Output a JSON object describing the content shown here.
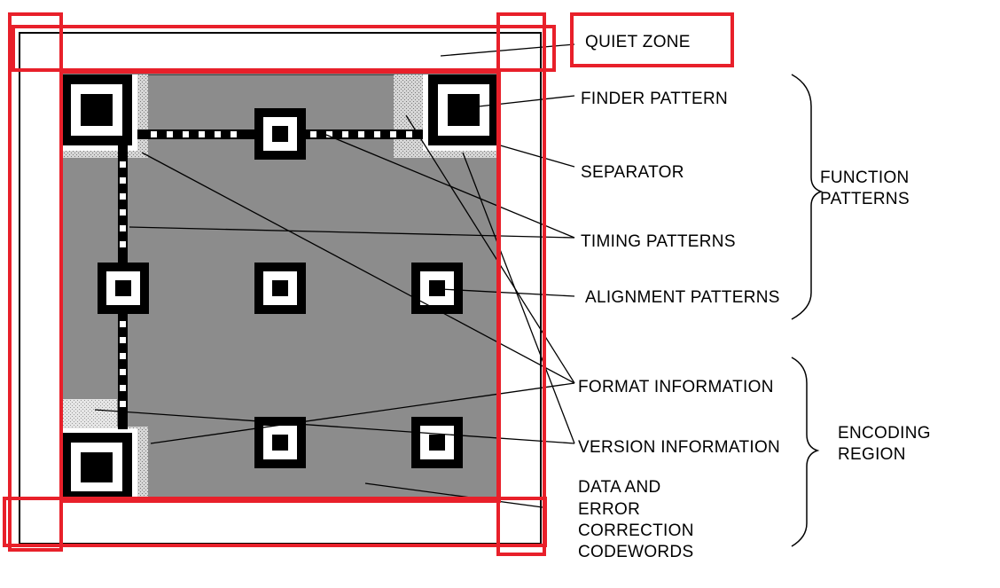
{
  "labels": {
    "quiet_zone": "QUIET ZONE",
    "finder_pattern": "FINDER PATTERN",
    "separator": "SEPARATOR",
    "timing_patterns": "TIMING PATTERNS",
    "alignment_patterns": "ALIGNMENT PATTERNS",
    "format_information": "FORMAT INFORMATION",
    "version_information": "VERSION INFORMATION",
    "data_line1": "DATA AND",
    "data_line2": "ERROR",
    "data_line3": "CORRECTION",
    "data_line4": "CODEWORDS"
  },
  "groups": {
    "function_line1": "FUNCTION",
    "function_line2": "PATTERNS",
    "encoding_line1": "ENCODING",
    "encoding_line2": "REGION"
  },
  "colors": {
    "encoding_region_fill": "#8c8c8c",
    "highlight_box": "#e8202a",
    "module_dark": "#000000",
    "module_light": "#ffffff",
    "format_info_fill": "#c8c8c8"
  },
  "icons": {
    "finder": "concentric-square",
    "alignment": "concentric-square",
    "brace": "curly-brace"
  }
}
